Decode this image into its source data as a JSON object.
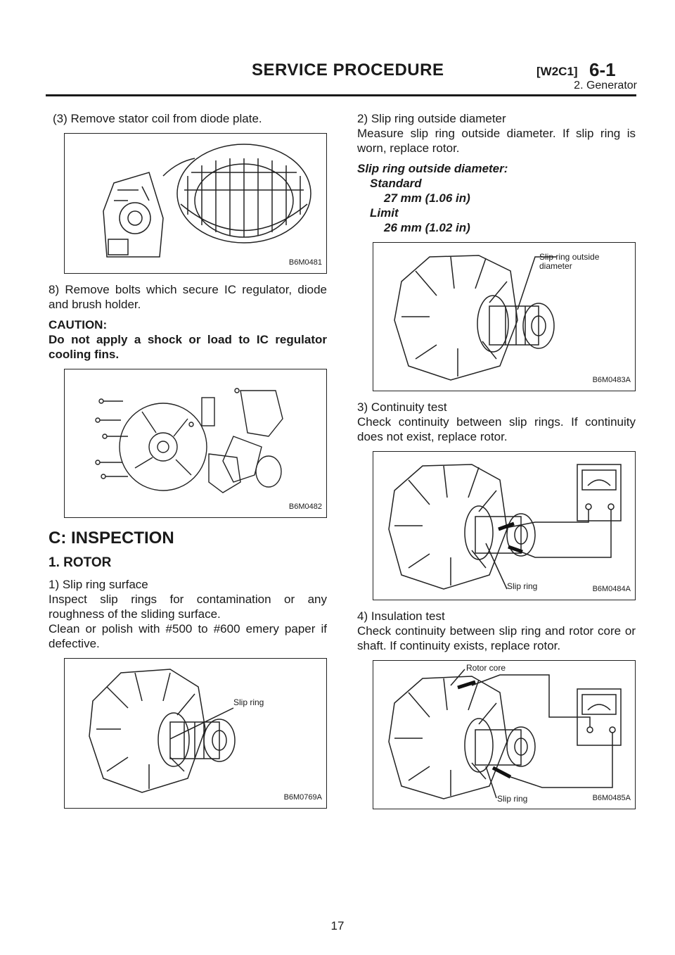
{
  "header": {
    "title": "SERVICE PROCEDURE",
    "code": "[W2C1]",
    "section": "6-1",
    "subsection": "2. Generator"
  },
  "left": {
    "step_3": "(3) Remove stator coil from diode plate.",
    "fig1_id": "B6M0481",
    "step_8": "8) Remove bolts which secure IC regulator, diode and brush holder.",
    "caution_label": "CAUTION:",
    "caution_text": "Do not apply a shock or load to IC regulator cooling fins.",
    "fig2_id": "B6M0482",
    "inspection_heading": "C: INSPECTION",
    "rotor_heading": "1. ROTOR",
    "surface_title": "1) Slip ring surface",
    "surface_text1": "Inspect slip rings for contamination or any roughness of the sliding surface.",
    "surface_text2": "Clean or polish with #500 to #600 emery paper if defective.",
    "fig3_id": "B6M0769A",
    "fig3_label": "Slip ring"
  },
  "right": {
    "od_title": "2) Slip ring outside diameter",
    "od_text": "Measure slip ring outside diameter. If slip ring is worn, replace rotor.",
    "spec_title": "Slip ring outside diameter:",
    "spec_std_label": "Standard",
    "spec_std_value": "27 mm (1.06 in)",
    "spec_limit_label": "Limit",
    "spec_limit_value": "26 mm (1.02 in)",
    "fig4_id": "B6M0483A",
    "fig4_label": "Slip ring outside diameter",
    "cont_title": "3) Continuity test",
    "cont_text": "Check continuity between slip rings. If continuity does not exist, replace rotor.",
    "fig5_id": "B6M0484A",
    "fig5_label": "Slip ring",
    "ins_title": "4) Insulation test",
    "ins_text": "Check continuity between slip ring and rotor core or shaft. If continuity exists, replace rotor.",
    "fig6_id": "B6M0485A",
    "fig6_label_core": "Rotor core",
    "fig6_label_ring": "Slip ring"
  },
  "page_number": "17"
}
